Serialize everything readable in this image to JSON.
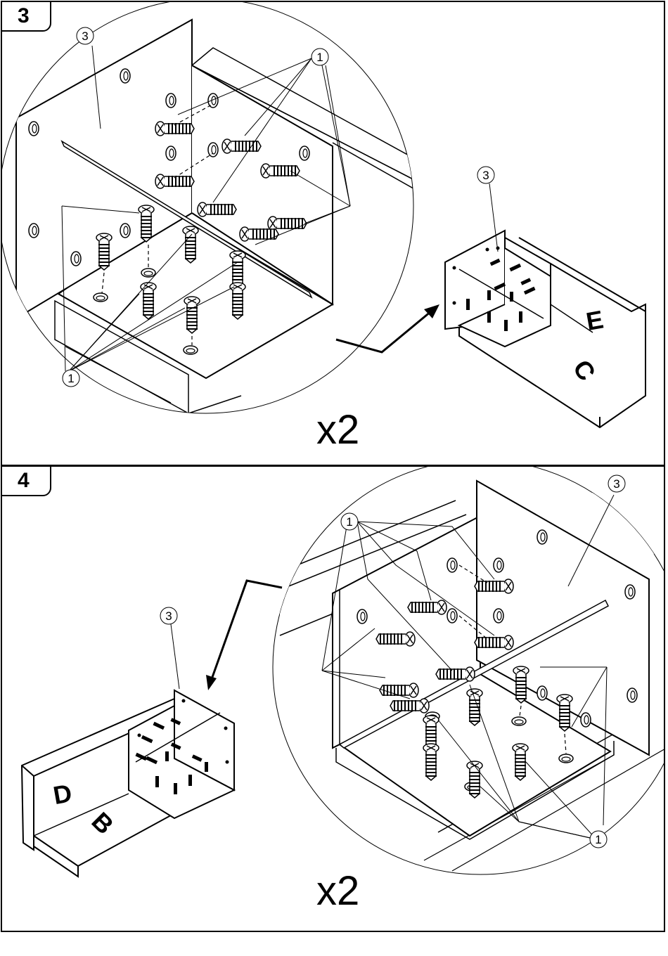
{
  "steps": [
    {
      "number": "3",
      "quantity": "x2",
      "panel_letters": [
        "E",
        "C"
      ],
      "callouts": [
        "3",
        "1",
        "1",
        "3"
      ]
    },
    {
      "number": "4",
      "quantity": "x2",
      "panel_letters": [
        "D",
        "B"
      ],
      "callouts": [
        "3",
        "1",
        "1",
        "3"
      ]
    }
  ]
}
